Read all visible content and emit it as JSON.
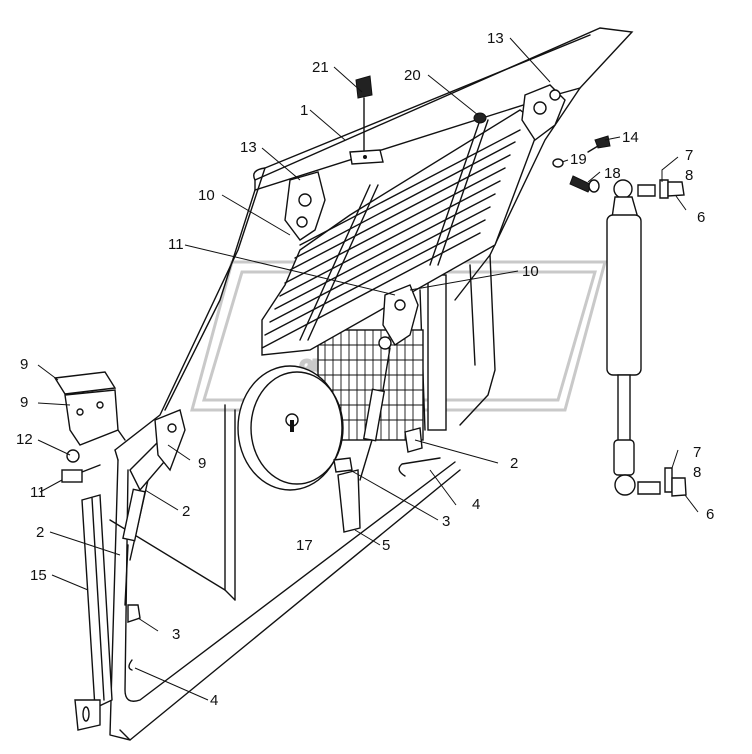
{
  "watermark": "OMEX",
  "callouts": [
    {
      "id": "c21",
      "text": "21"
    },
    {
      "id": "c20",
      "text": "20"
    },
    {
      "id": "c13a",
      "text": "13"
    },
    {
      "id": "c13b",
      "text": "13"
    },
    {
      "id": "c1",
      "text": "1"
    },
    {
      "id": "c14",
      "text": "14"
    },
    {
      "id": "c19",
      "text": "19"
    },
    {
      "id": "c18",
      "text": "18"
    },
    {
      "id": "c7a",
      "text": "7"
    },
    {
      "id": "c8a",
      "text": "8"
    },
    {
      "id": "c6a",
      "text": "6"
    },
    {
      "id": "c10a",
      "text": "10"
    },
    {
      "id": "c11a",
      "text": "11"
    },
    {
      "id": "c10b",
      "text": "10"
    },
    {
      "id": "c9a",
      "text": "9"
    },
    {
      "id": "c9b",
      "text": "9"
    },
    {
      "id": "c12",
      "text": "12"
    },
    {
      "id": "c11b",
      "text": "11"
    },
    {
      "id": "c9c",
      "text": "9"
    },
    {
      "id": "c2a",
      "text": "2"
    },
    {
      "id": "c2b",
      "text": "2"
    },
    {
      "id": "c2c",
      "text": "2"
    },
    {
      "id": "c15",
      "text": "15"
    },
    {
      "id": "c4a",
      "text": "4"
    },
    {
      "id": "c3a",
      "text": "3"
    },
    {
      "id": "c5",
      "text": "5"
    },
    {
      "id": "c17",
      "text": "17"
    },
    {
      "id": "c3b",
      "text": "3"
    },
    {
      "id": "c4b",
      "text": "4"
    },
    {
      "id": "c7b",
      "text": "7"
    },
    {
      "id": "c8b",
      "text": "8"
    },
    {
      "id": "c6b",
      "text": "6"
    }
  ]
}
